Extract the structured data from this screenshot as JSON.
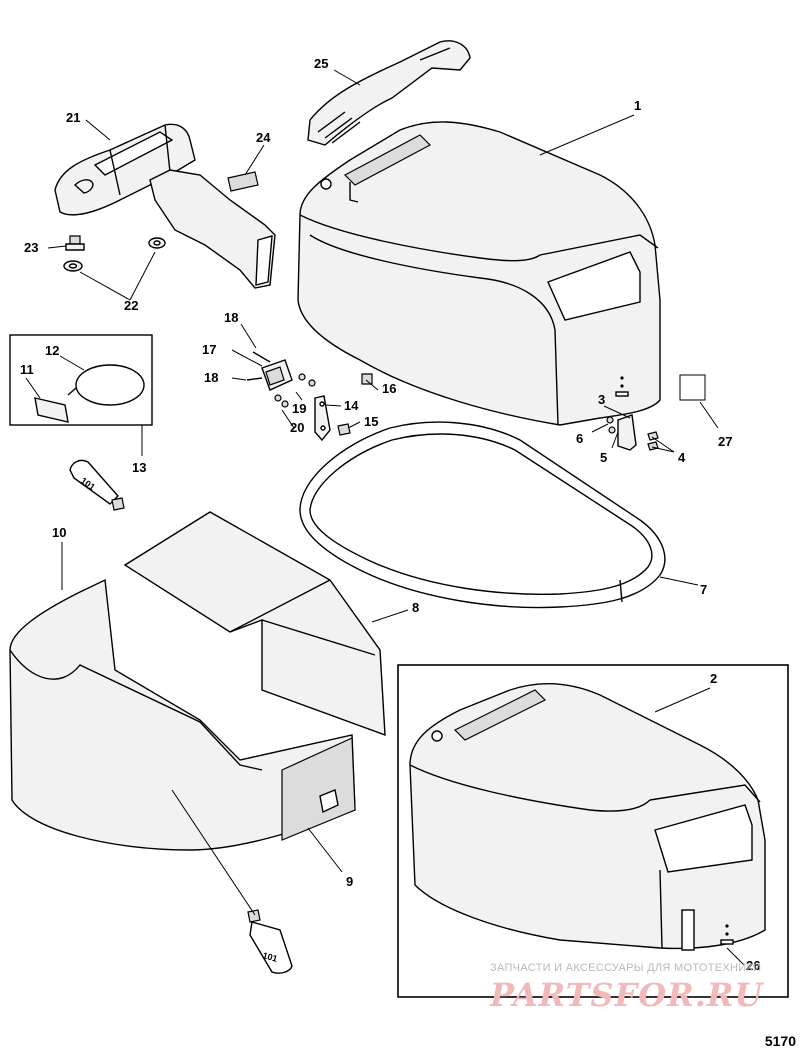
{
  "parts": [
    {
      "id": "p1",
      "number": "1"
    },
    {
      "id": "p2",
      "number": "2"
    },
    {
      "id": "p3",
      "number": "3"
    },
    {
      "id": "p4",
      "number": "4"
    },
    {
      "id": "p5",
      "number": "5"
    },
    {
      "id": "p6",
      "number": "6"
    },
    {
      "id": "p7",
      "number": "7"
    },
    {
      "id": "p8",
      "number": "8"
    },
    {
      "id": "p9",
      "number": "9"
    },
    {
      "id": "p10",
      "number": "10"
    },
    {
      "id": "p11",
      "number": "11"
    },
    {
      "id": "p12",
      "number": "12"
    },
    {
      "id": "p13",
      "number": "13"
    },
    {
      "id": "p14",
      "number": "14"
    },
    {
      "id": "p15",
      "number": "15"
    },
    {
      "id": "p16",
      "number": "16"
    },
    {
      "id": "p17",
      "number": "17"
    },
    {
      "id": "p18a",
      "number": "18"
    },
    {
      "id": "p18b",
      "number": "18"
    },
    {
      "id": "p19",
      "number": "19"
    },
    {
      "id": "p20",
      "number": "20"
    },
    {
      "id": "p21",
      "number": "21"
    },
    {
      "id": "p22",
      "number": "22"
    },
    {
      "id": "p23",
      "number": "23"
    },
    {
      "id": "p24",
      "number": "24"
    },
    {
      "id": "p25",
      "number": "25"
    },
    {
      "id": "p26",
      "number": "26"
    },
    {
      "id": "p27",
      "number": "27"
    }
  ],
  "tube_labels": {
    "top": "101",
    "bottom": "101"
  },
  "figure_number": "5170",
  "watermark": {
    "caption": "ЗАПЧАСТИ И АКСЕССУАРЫ ДЛЯ МОТОТЕХНИКИ",
    "logo": "PARTSFOR.RU"
  }
}
